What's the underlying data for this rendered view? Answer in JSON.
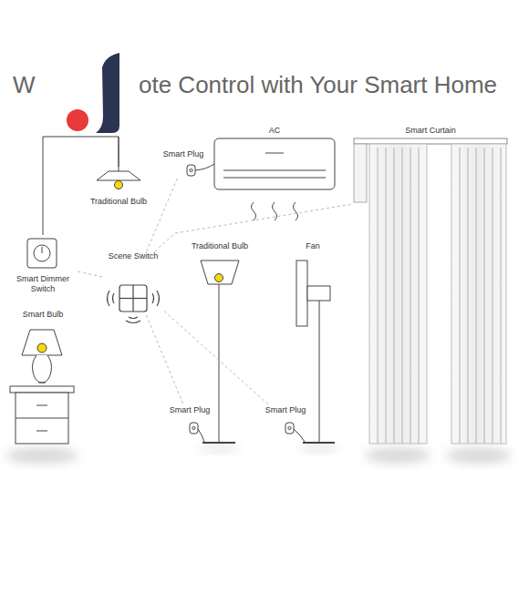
{
  "diagram": {
    "nodes": [
      {
        "text": [
          "Traditional Bulb"
        ]
      },
      {
        "text": [
          "Smart Plug"
        ]
      },
      {
        "text": [
          "AC"
        ]
      },
      {
        "text": [
          "Smart Curtain"
        ]
      },
      {
        "text": [
          "Smart Dimmer Switch"
        ]
      },
      {
        "text": [
          "Scene Switch"
        ]
      },
      {
        "text": [
          "Traditional Bulb"
        ]
      },
      {
        "text": [
          "Fan"
        ]
      },
      {
        "text": [
          "Smart Bulb"
        ]
      },
      {
        "text": [
          "Smart Plug"
        ]
      },
      {
        "text": [
          "Smart Plug"
        ]
      }
    ],
    "edges": [
      {
        "from": 5,
        "to": 4,
        "arrow": "none"
      },
      {
        "from": 5,
        "to": 1,
        "arrow": "none"
      },
      {
        "from": 5,
        "to": 3,
        "arrow": "none"
      },
      {
        "from": 5,
        "to": 9,
        "arrow": "none"
      },
      {
        "from": 5,
        "to": 10,
        "arrow": "none"
      },
      {
        "from": 4,
        "to": 0,
        "arrow": "none"
      }
    ],
    "labels": [
      "W",
      "ote Control with Your Smart Home"
    ]
  }
}
